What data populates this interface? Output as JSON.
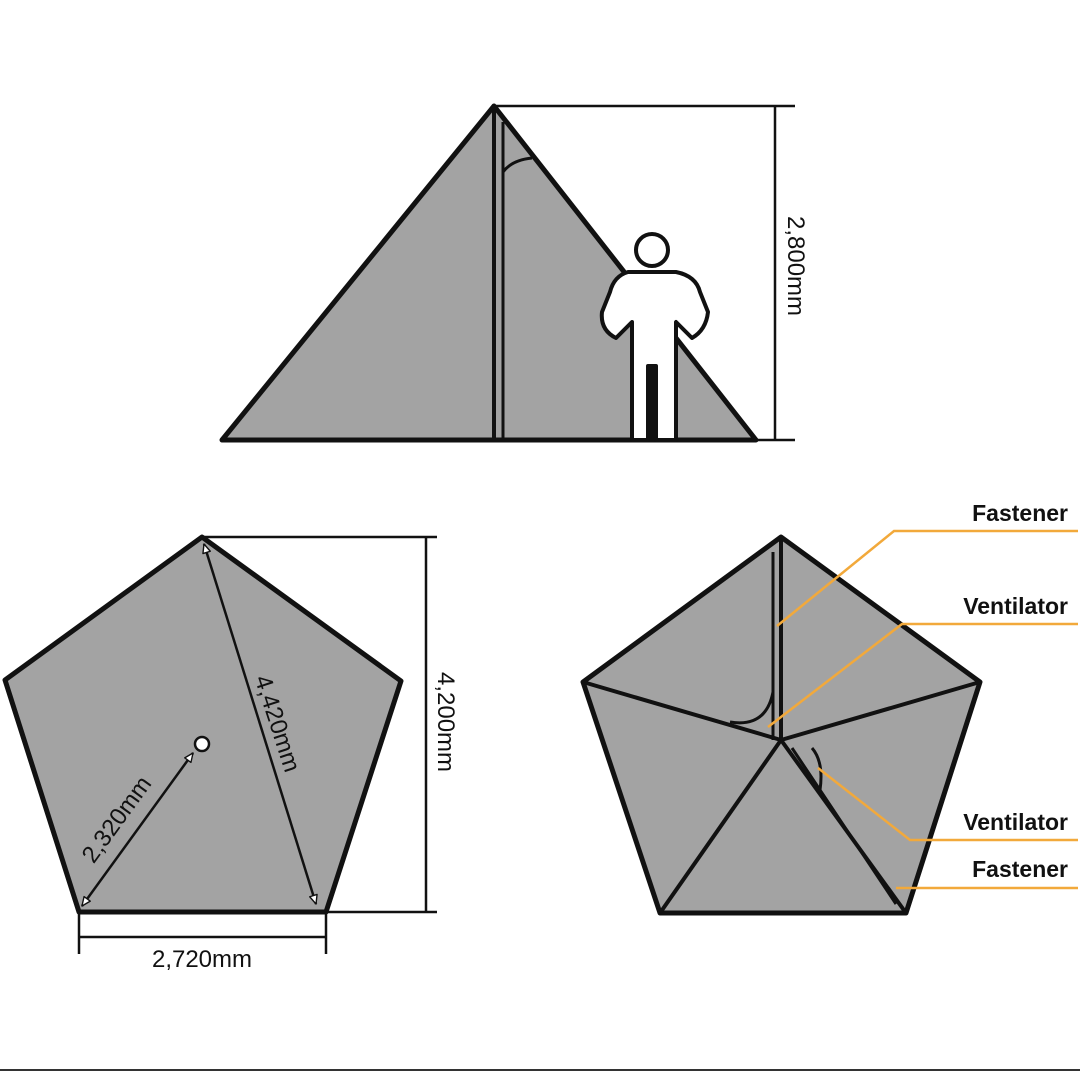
{
  "colors": {
    "tent_fill": "#a3a3a3",
    "outline": "#111111",
    "leader": "#f2a93b",
    "background": "#ffffff"
  },
  "dimensions": {
    "height": "2,800mm",
    "diagonal": "4,420mm",
    "depth": "4,200mm",
    "radius": "2,320mm",
    "side": "2,720mm"
  },
  "callouts": {
    "fastener_top": "Fastener",
    "ventilator_top": "Ventilator",
    "ventilator_bottom": "Ventilator",
    "fastener_bottom": "Fastener"
  },
  "icons": {
    "person": "person-silhouette-icon"
  }
}
